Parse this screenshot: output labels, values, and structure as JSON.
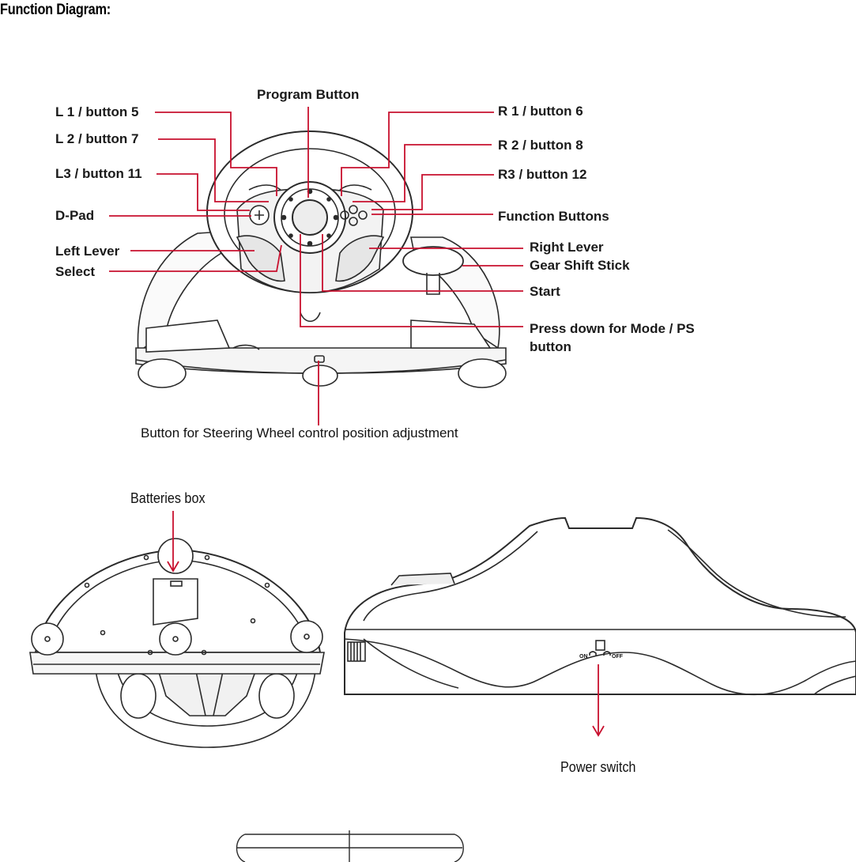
{
  "heading": "Function Diagram:",
  "callouts": {
    "program_button": "Program Button",
    "l1": "L 1 / button 5",
    "l2": "L 2 / button 7",
    "l3": "L3 / button 11",
    "dpad": "D-Pad",
    "left_lever": "Left Lever",
    "select": "Select",
    "r1": "R 1 / button 6",
    "r2": "R 2 / button 8",
    "r3": "R3 / button 12",
    "function_buttons": "Function Buttons",
    "right_lever": "Right Lever",
    "gear_shift": "Gear Shift Stick",
    "start": "Start",
    "mode_line1": "Press down for Mode / PS",
    "mode_line2": "button",
    "steering_adjust": "Button for Steering Wheel control position adjustment",
    "batteries_box": "Batteries box",
    "power_switch": "Power switch",
    "switch_on": "ON",
    "switch_off": "OFF"
  },
  "colors": {
    "leader": "#c8102e",
    "outline": "#2b2b2b"
  }
}
